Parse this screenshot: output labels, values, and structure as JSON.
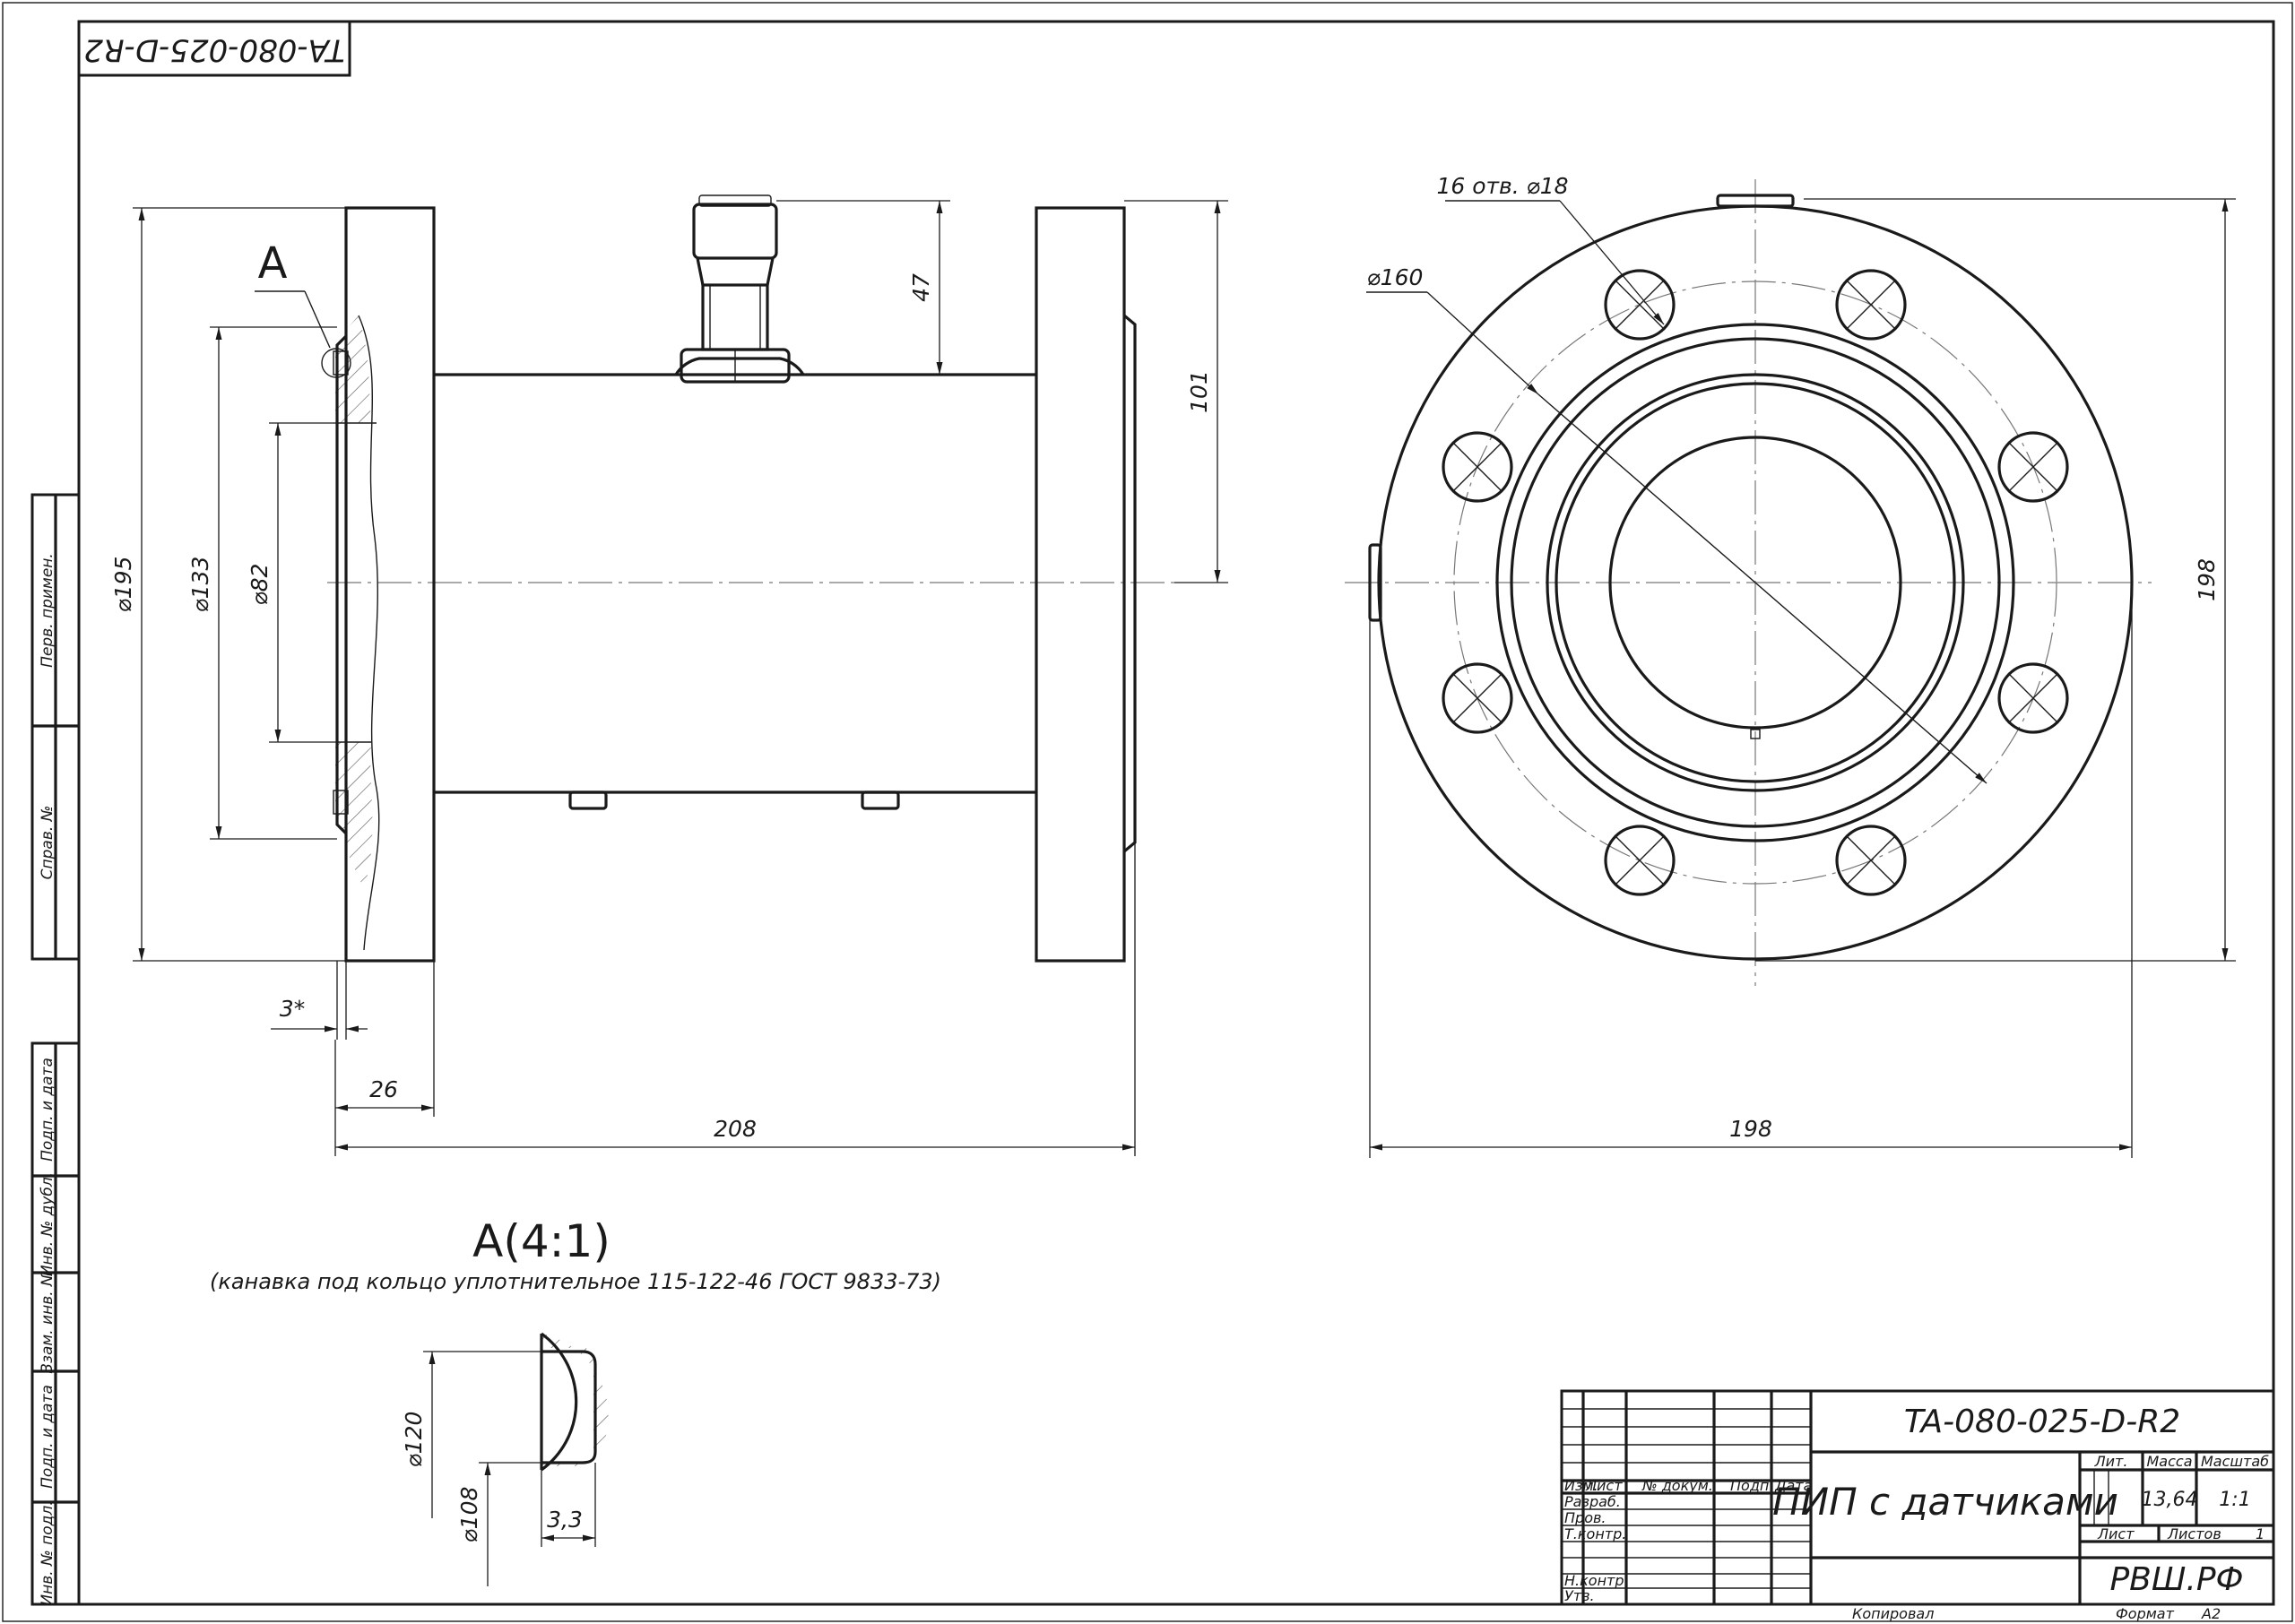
{
  "drawing_code": "TA-080-025-D-R2",
  "drawing_code_rotated": "TA-080-025-D-R2",
  "view_label": "A",
  "detail": {
    "title": "A(4:1)",
    "note": "(канавка под кольцо уплотнительное 115-122-46 ГОСТ 9833-73)",
    "dim_outer": "⌀120",
    "dim_inner": "⌀108",
    "dim_width": "3,3"
  },
  "side_view_dims": {
    "flange_dia": "⌀195",
    "groove_dia": "⌀133",
    "bore_dia": "⌀82",
    "sensor_height": "47",
    "half_height": "101",
    "gap": "3*",
    "flange_thickness": "26",
    "total_length": "208"
  },
  "front_view_dims": {
    "holes": "16 отв. ⌀18",
    "bolt_circle": "⌀160",
    "height": "198",
    "width": "198"
  },
  "left_strip": {
    "perv_primen": "Перв. примен.",
    "sprav_no": "Справ. №",
    "podp_data_1": "Подп. и дата",
    "inv_dubl": "Инв. № дубл.",
    "vzam_inv": "Взам. инв. №",
    "podp_data_2": "Подп. и дата",
    "inv_podl": "Инв. № подл."
  },
  "title_block": {
    "designation": "TA-080-025-D-R2",
    "name": "ПИП с датчиками",
    "header_izm": "Изм.",
    "header_list": "Лист",
    "header_doc": "№ докум.",
    "header_podp": "Подп.",
    "header_data": "Дата",
    "row_razrab": "Разраб.",
    "row_prov": "Пров.",
    "row_tkontr": "Т.контр.",
    "row_nkontr": "Н.контр.",
    "row_utv": "Утв.",
    "lit_label": "Лит.",
    "mass_label": "Масса",
    "scale_label": "Масштаб",
    "mass_value": "13,64",
    "scale_value": "1:1",
    "sheet_label": "Лист",
    "sheets_label": "Листов",
    "sheets_value": "1",
    "organization": "РВШ.РФ",
    "copied_label": "Копировал",
    "format_label": "Формат",
    "format_value": "A2"
  }
}
